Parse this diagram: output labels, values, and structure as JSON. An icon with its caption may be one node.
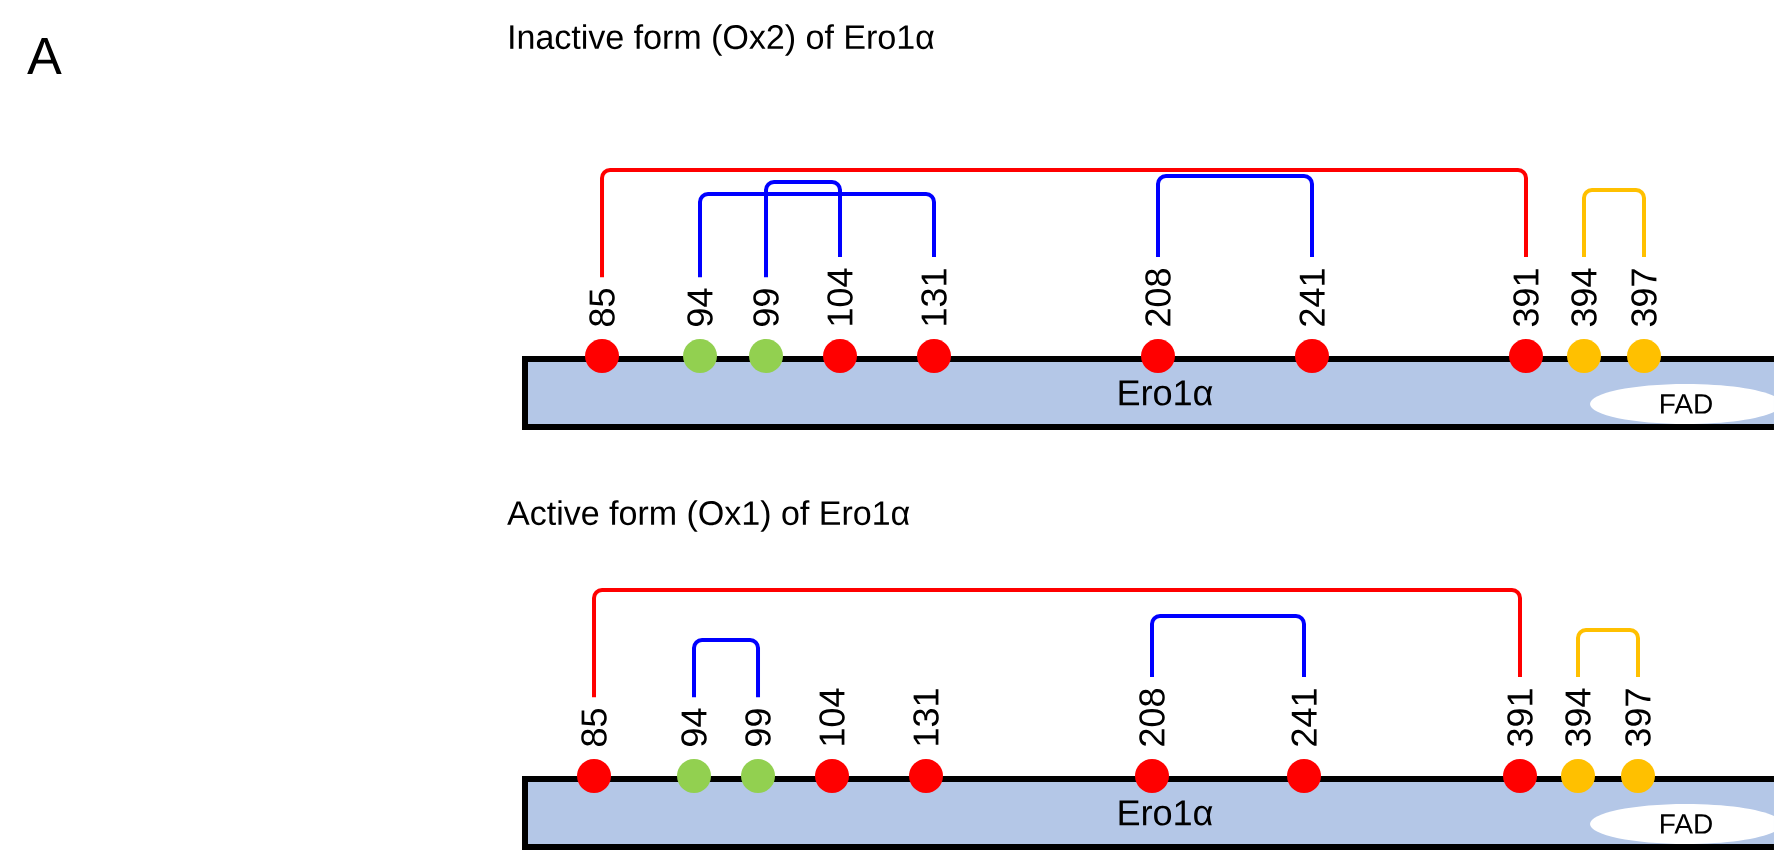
{
  "diagram": {
    "nodes": [
      {
        "text": [
          "Ero1α"
        ]
      },
      {
        "text": [
          "FAD"
        ],
        "in": 0
      },
      {
        "text": [
          "85"
        ]
      },
      {
        "text": [
          "94"
        ]
      },
      {
        "text": [
          "99"
        ]
      },
      {
        "text": [
          "104"
        ]
      },
      {
        "text": [
          "131"
        ]
      },
      {
        "text": [
          "208"
        ]
      },
      {
        "text": [
          "241"
        ]
      },
      {
        "text": [
          "391"
        ]
      },
      {
        "text": [
          "394"
        ]
      },
      {
        "text": [
          "397"
        ]
      },
      {
        "text": [
          "Ero1α"
        ]
      },
      {
        "text": [
          "FAD"
        ],
        "in": 12
      },
      {
        "text": [
          "85"
        ]
      },
      {
        "text": [
          "94"
        ]
      },
      {
        "text": [
          "99"
        ]
      },
      {
        "text": [
          "104"
        ]
      },
      {
        "text": [
          "131"
        ]
      },
      {
        "text": [
          "208"
        ]
      },
      {
        "text": [
          "241"
        ]
      },
      {
        "text": [
          "391"
        ]
      },
      {
        "text": [
          "394"
        ]
      },
      {
        "text": [
          "397"
        ]
      }
    ],
    "edges": [
      {
        "from": 2,
        "to": 9,
        "arrow": "none",
        "color": "#ff0000"
      },
      {
        "from": 3,
        "to": 6,
        "arrow": "none",
        "color": "#0000ff"
      },
      {
        "from": 4,
        "to": 5,
        "arrow": "none",
        "color": "#0000ff"
      },
      {
        "from": 7,
        "to": 8,
        "arrow": "none",
        "color": "#0000ff"
      },
      {
        "from": 10,
        "to": 11,
        "arrow": "none",
        "color": "#ffc000"
      },
      {
        "from": 14,
        "to": 21,
        "arrow": "none",
        "color": "#ff0000"
      },
      {
        "from": 15,
        "to": 16,
        "arrow": "none",
        "color": "#0000ff"
      },
      {
        "from": 19,
        "to": 20,
        "arrow": "none",
        "color": "#0000ff"
      },
      {
        "from": 22,
        "to": 23,
        "arrow": "none",
        "color": "#ffc000"
      }
    ],
    "labels": [
      "A",
      "Inactive form (Ox2) of Ero1α",
      "Active form (Ox1) of Ero1α"
    ]
  }
}
